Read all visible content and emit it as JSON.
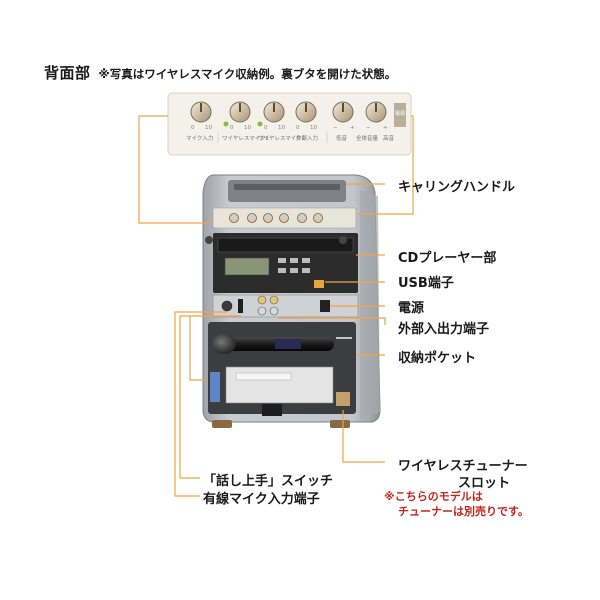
{
  "heading": {
    "section": "背面部",
    "caption": "※写真はワイヤレスマイク収納例。裏ブタを開けた状態。"
  },
  "panel_labels": {
    "mic_input": "マイク入力",
    "wireless_1": "ワイヤレスマイク1",
    "wireless_2": "ワイヤレスマイク2",
    "external_input": "外部入力",
    "bass": "低音",
    "master_volume": "全体音量",
    "treble": "高音",
    "power_tag": "電源",
    "dial_min": "0",
    "dial_max": "10",
    "tone_minus": "−",
    "tone_plus": "+"
  },
  "callouts": {
    "carrying_handle": "キャリングハンドル",
    "cd_player": "CDプレーヤー部",
    "usb_port": "USB端子",
    "power": "電源",
    "external_io": "外部入出力端子",
    "storage_pocket": "収納ポケット",
    "speaking_switch": "「話し上手」スイッチ",
    "wired_mic_input": "有線マイク入力端子",
    "wireless_tuner_slot_line1": "ワイヤレスチューナー",
    "wireless_tuner_slot_line2": "スロット"
  },
  "note": {
    "line1": "※こちらのモデルは",
    "line2": "チューナーは別売りです。"
  },
  "colors": {
    "leader_line": "#f0a545",
    "note_text": "#c0261f",
    "panel_bg": "#f3f1ea",
    "body_gray": "#b9bcc0",
    "led_green": "#7dc23a"
  },
  "icons": {
    "knob": "rotary-knob",
    "cd_display": "lcd-display",
    "rca_jack": "rca-jack",
    "microphone": "handheld-microphone"
  }
}
